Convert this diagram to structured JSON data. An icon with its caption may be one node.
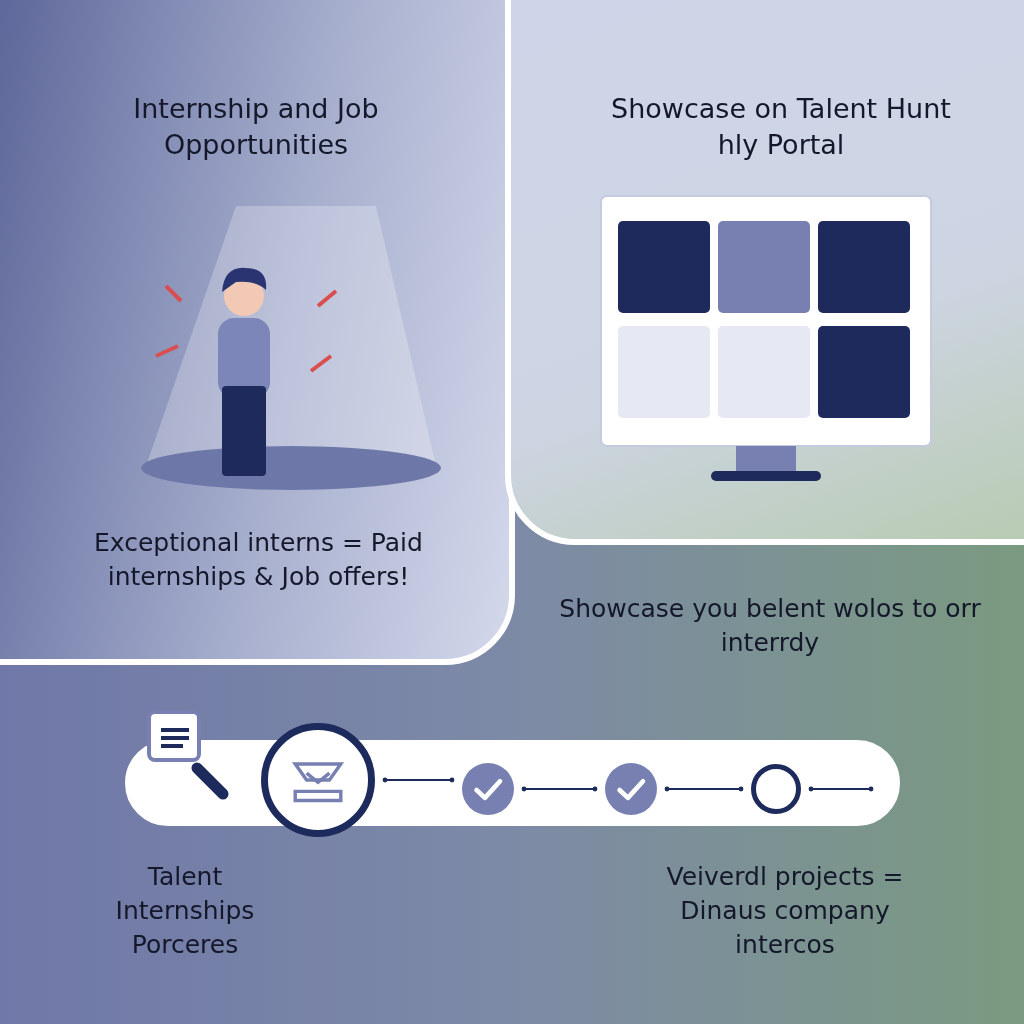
{
  "diagram": {
    "nodes": [
      {
        "text": [
          "Internship and Job Opportunities",
          "Exceptional interns = Paid internships & Job offers!"
        ]
      },
      {
        "text": [
          "Showcase on Talent Hunt hly Portal"
        ]
      },
      {
        "text": [],
        "shape": "bar"
      },
      {
        "text": [],
        "shape": "circle"
      },
      {
        "text": [],
        "shape": "circle",
        "in": 2
      },
      {
        "text": [],
        "shape": "circle",
        "in": 2
      },
      {
        "text": [],
        "shape": "circle",
        "in": 2
      }
    ],
    "edges": [
      {
        "from": 3,
        "to": 4,
        "arrow": "other"
      },
      {
        "from": 4,
        "to": 5,
        "arrow": "other"
      },
      {
        "from": 5,
        "to": 6,
        "arrow": "other"
      },
      {
        "from": 6,
        "to": null,
        "arrow": "other"
      }
    ],
    "labels": [
      "Showcase you belent wolos to orr interrdy",
      "Talent Internships Porceres",
      "Veiverdl projects = Dinaus company intercos"
    ]
  }
}
